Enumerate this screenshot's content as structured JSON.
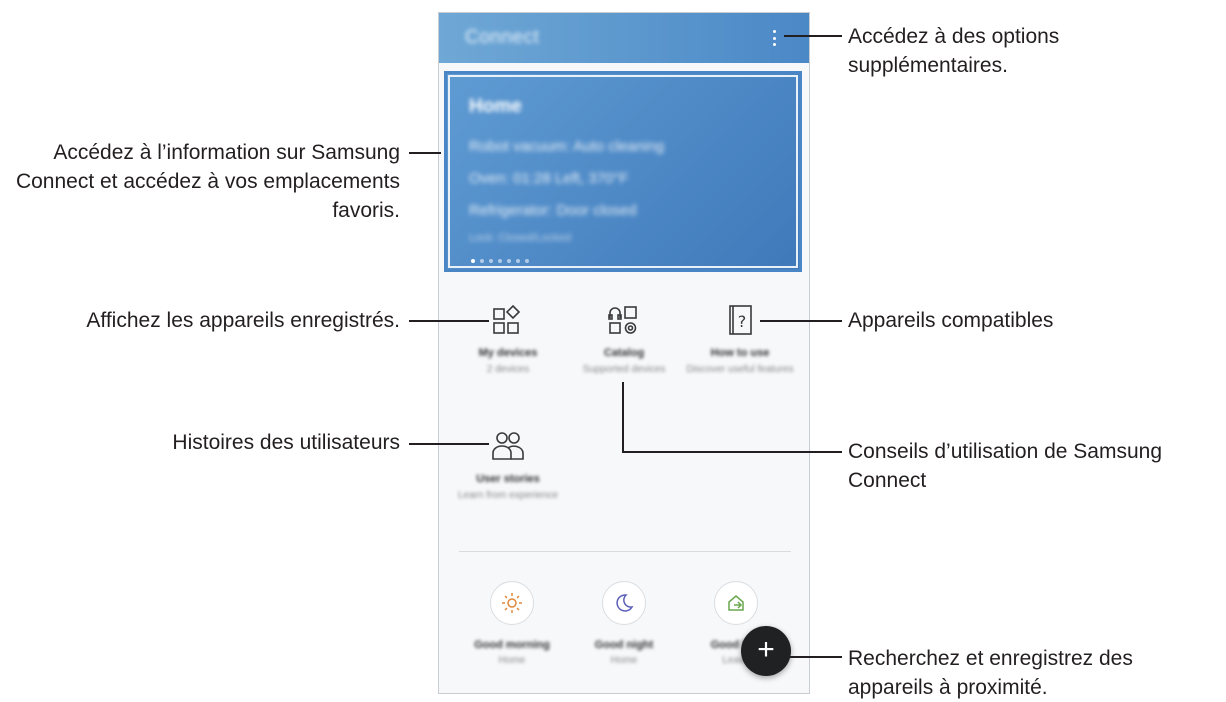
{
  "app": {
    "title": "Connect",
    "card": {
      "title": "Home",
      "lines": [
        "Robot vacuum: Auto cleaning",
        "Oven: 01:28 Left, 370°F",
        "Refrigerator: Door closed"
      ],
      "extra": "Lock: Closed/Locked"
    },
    "grid": [
      {
        "label": "My devices",
        "sub": "2 devices",
        "icon": "devices-icon"
      },
      {
        "label": "Catalog",
        "sub": "Supported devices",
        "icon": "catalog-icon"
      },
      {
        "label": "How to use",
        "sub": "Discover useful features",
        "icon": "help-icon"
      },
      {
        "label": "User stories",
        "sub": "Learn from experience",
        "icon": "user-stories-icon"
      }
    ],
    "routines": [
      {
        "label": "Good morning",
        "sub": "Home",
        "icon": "sun-icon"
      },
      {
        "label": "Good night",
        "sub": "Home",
        "icon": "moon-icon"
      },
      {
        "label": "Good bye",
        "sub": "Leave",
        "icon": "leave-home-icon"
      }
    ],
    "fab_symbol": "+"
  },
  "callouts": {
    "more_options": "Accédez à des options supplémentaires.",
    "info": "Accédez à l’information sur Samsung Connect et accédez à vos emplacements favoris.",
    "registered_devices": "Affichez les appareils enregistrés.",
    "compatible_devices": "Appareils compatibles",
    "user_stories": "Histoires des utilisateurs",
    "tips": "Conseils d’utilisation de Samsung Connect",
    "search_register": "Recherchez et enregistrez des appareils à proximité."
  },
  "colors": {
    "appbar": "#4b88c6",
    "card": "#4a86c5",
    "fab": "#1f2123",
    "sun": "#e0893a",
    "moon": "#5a5fb8",
    "home_leave": "#6aa84f"
  }
}
